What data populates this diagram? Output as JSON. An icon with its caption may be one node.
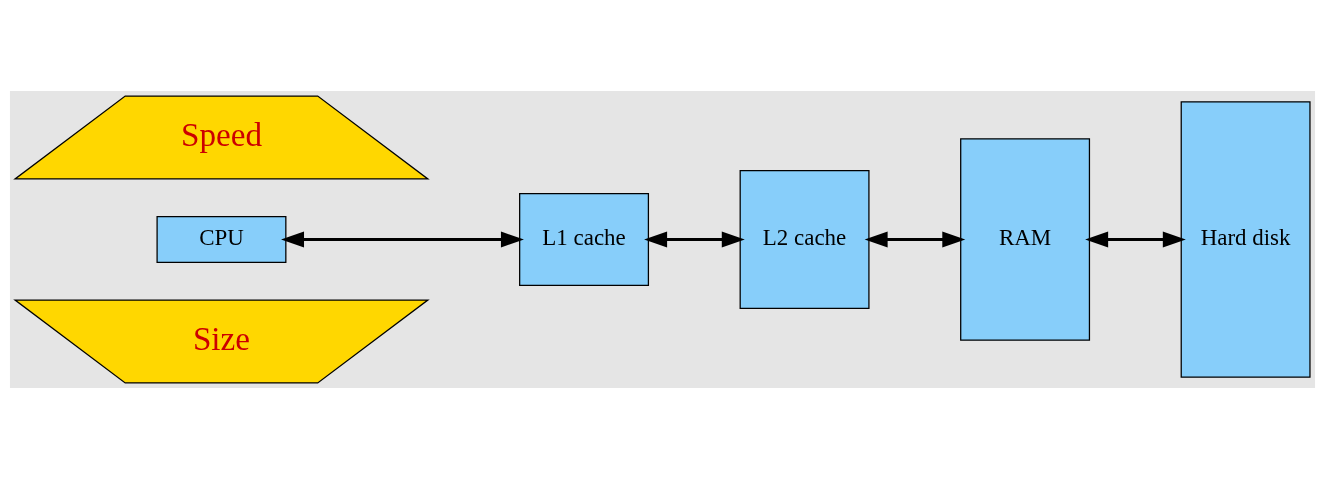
{
  "diagram": {
    "nodes": [
      {
        "text": [
          "Size"
        ]
      },
      {
        "text": [
          "CPU"
        ]
      },
      {
        "text": [
          "L1 cache"
        ]
      },
      {
        "text": [
          "L2 cache"
        ]
      },
      {
        "text": [
          "RAM"
        ]
      },
      {
        "text": [
          "Hard disk"
        ]
      },
      {
        "text": [
          "Speed"
        ]
      }
    ],
    "edges": [
      {
        "from": 1,
        "to": 2,
        "arrow": "both"
      },
      {
        "from": 2,
        "to": 3,
        "arrow": "both"
      },
      {
        "from": 3,
        "to": 4,
        "arrow": "both"
      },
      {
        "from": 4,
        "to": 5,
        "arrow": "both"
      }
    ]
  }
}
